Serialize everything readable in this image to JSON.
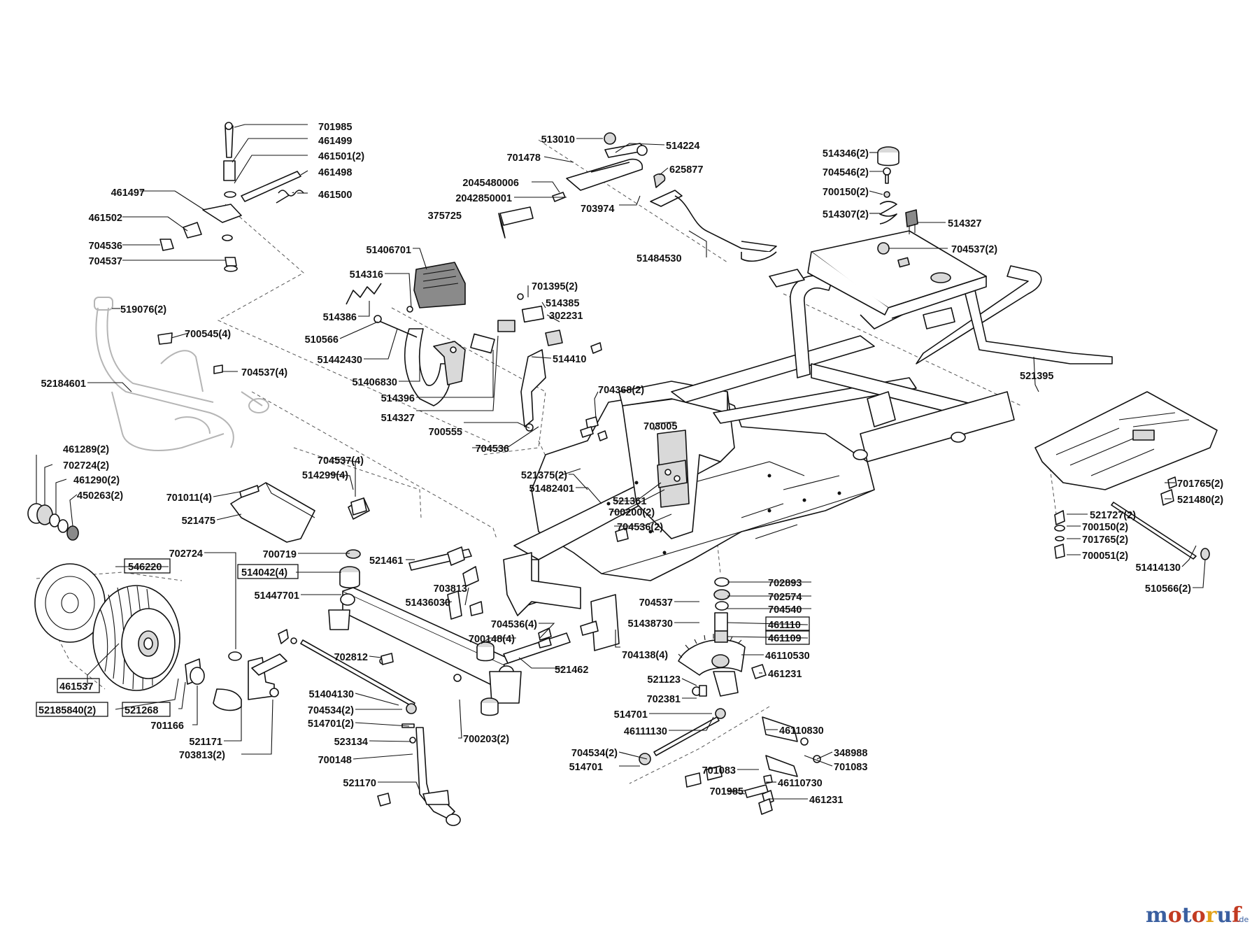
{
  "labels": [
    "701985",
    "461499",
    "461501(2)",
    "461498",
    "461497",
    "461500",
    "461502",
    "704536",
    "704537",
    "513010",
    "514224",
    "701478",
    "625877",
    "2045480006",
    "2042850001",
    "703974",
    "375725",
    "51484530",
    "514346(2)",
    "704546(2)",
    "700150(2)",
    "514307(2)",
    "514327",
    "704537(2)",
    "51406701",
    "514316",
    "701395(2)",
    "514385",
    "514386",
    "302231",
    "510566",
    "51442430",
    "514410",
    "51406830",
    "514396",
    "514327",
    "700555",
    "704536",
    "519076(2)",
    "700545(4)",
    "52184601",
    "704537(4)",
    "704368(2)",
    "703005",
    "521395",
    "521375(2)",
    "51482401",
    "521361",
    "700200(2)",
    "704536(2)",
    "701765(2)",
    "521480(2)",
    "521727(2)",
    "700150(2)",
    "701765(2)",
    "700051(2)",
    "51414130",
    "510566(2)",
    "461289(2)",
    "702724(2)",
    "461290(2)",
    "450263(2)",
    "701011(4)",
    "704537(4)",
    "514299(4)",
    "521475",
    "702724",
    "700719",
    "546220",
    "514042(4)",
    "521461",
    "51447701",
    "703813",
    "51436030",
    "702893",
    "702574",
    "704537",
    "704540",
    "51438730",
    "461110",
    "461109",
    "704536(4)",
    "700148(4)",
    "704138(4)",
    "46110530",
    "702812",
    "521462",
    "461231",
    "461537",
    "521123",
    "702381",
    "514701",
    "52185840(2)",
    "521268",
    "51404130",
    "704534(2)",
    "514701(2)",
    "701166",
    "521171",
    "523134",
    "700148",
    "700203(2)",
    "46111130",
    "46110830",
    "703813(2)",
    "704534(2)",
    "348988",
    "514701",
    "701083",
    "701083",
    "46110730",
    "521170",
    "701985",
    "461231"
  ],
  "watermark": {
    "word": "motoruf",
    "suffix": ".de",
    "letter_colors": [
      "#3a5fa0",
      "#c23b22",
      "#3a5fa0",
      "#c23b22",
      "#e3a21a",
      "#3a5fa0",
      "#c23b22"
    ]
  },
  "colors": {
    "ink": "#111111",
    "ghost_part": "#b5b5b5",
    "fill_light": "#d9d9d9",
    "fill_dark": "#8a8a8a"
  },
  "boxed_labels": [
    "546220",
    "514042(4)",
    "461110",
    "461109",
    "461537",
    "52185840(2)",
    "521268"
  ]
}
